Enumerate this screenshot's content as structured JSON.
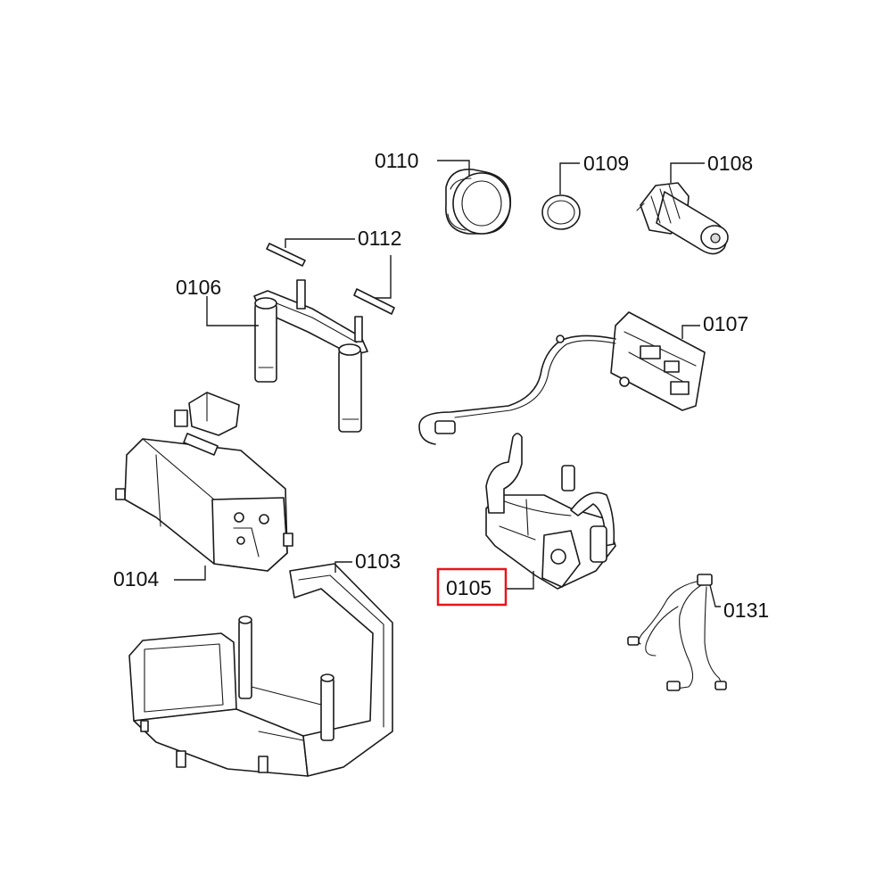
{
  "diagram": {
    "highlight_color": "#e8141b",
    "parts": [
      {
        "id": "part-0110",
        "number": "0110"
      },
      {
        "id": "part-0109",
        "number": "0109"
      },
      {
        "id": "part-0108",
        "number": "0108"
      },
      {
        "id": "part-0112",
        "number": "0112"
      },
      {
        "id": "part-0106",
        "number": "0106"
      },
      {
        "id": "part-0107",
        "number": "0107"
      },
      {
        "id": "part-0104",
        "number": "0104"
      },
      {
        "id": "part-0103",
        "number": "0103"
      },
      {
        "id": "part-0105",
        "number": "0105",
        "highlighted": true
      },
      {
        "id": "part-0131",
        "number": "0131"
      }
    ]
  }
}
